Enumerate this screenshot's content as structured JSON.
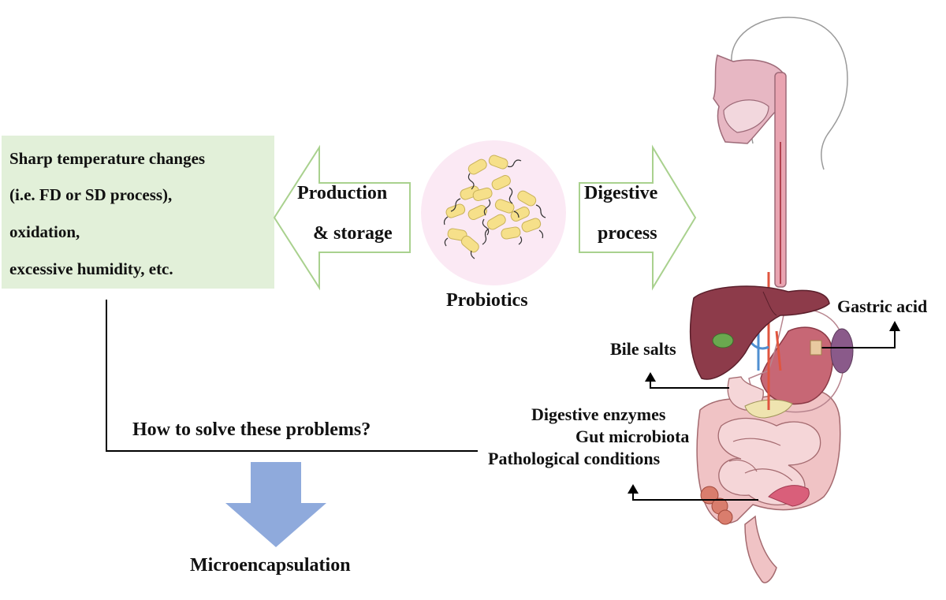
{
  "stress_box": {
    "lines": [
      "Sharp temperature changes",
      "(i.e. FD or SD process),",
      "oxidation,",
      "excessive humidity, etc."
    ],
    "fill_color": "#e2f0d9"
  },
  "left_arrow": {
    "line1": "Production",
    "line2": "& storage"
  },
  "right_arrow": {
    "line1": "Digestive",
    "line2": "process"
  },
  "probiotics": {
    "label": "Probiotics",
    "circle_color": "#fbe9f4",
    "cell_color": "#f6e08a"
  },
  "question": "How to solve these problems?",
  "solution": {
    "label": "Microencapsulation",
    "arrow_color": "#8faadc"
  },
  "factors": {
    "gastric_acid": "Gastric acid",
    "bile_salts": "Bile salts",
    "digestive_enzymes": "Digestive enzymes",
    "gut_microbiota": "Gut microbiota",
    "pathological_conditions": "Pathological conditions"
  }
}
